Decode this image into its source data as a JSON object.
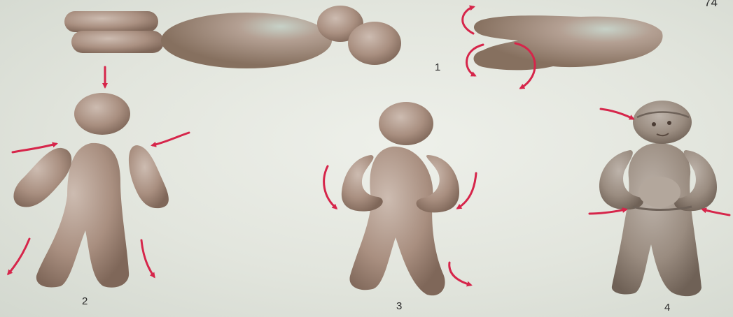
{
  "page_number": "74",
  "steps": [
    {
      "label": "1"
    },
    {
      "label": "2"
    },
    {
      "label": "3"
    },
    {
      "label": "4"
    }
  ],
  "colors": {
    "background": "#e2e5dd",
    "clay": "#b39a8c",
    "clay_shadow": "#8f7769",
    "arrow": "#d6254a"
  }
}
